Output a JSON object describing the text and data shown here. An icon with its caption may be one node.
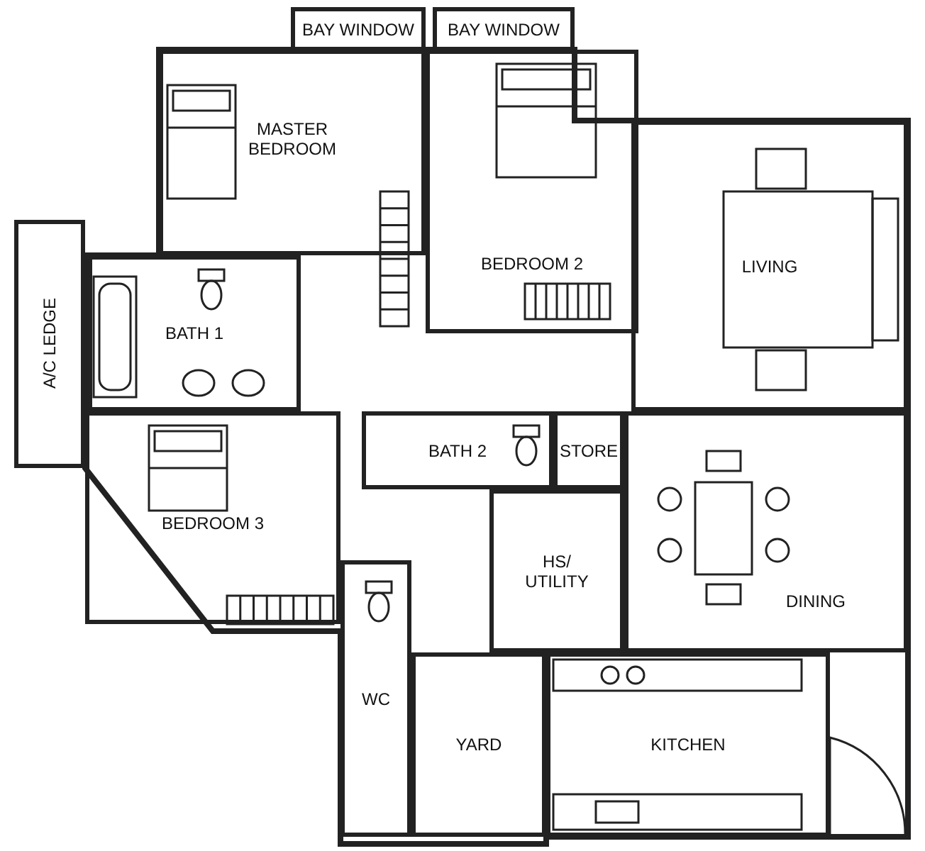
{
  "diagram": {
    "nodes": [
      {
        "text": [
          "BAY WINDOW"
        ]
      },
      {
        "text": [
          "BAY WINDOW"
        ]
      },
      {
        "text": [
          "MASTER BEDROOM"
        ]
      },
      {
        "text": [
          "BEDROOM 2"
        ]
      },
      {
        "text": [
          "LIVING"
        ]
      },
      {
        "text": [
          "A/C LEDGE"
        ]
      },
      {
        "text": [
          "BATH 1"
        ]
      },
      {
        "text": [
          "BEDROOM 3"
        ]
      },
      {
        "text": [
          "BATH 2"
        ]
      },
      {
        "text": [
          "STORE"
        ]
      },
      {
        "text": [
          "HS/ UTILITY"
        ]
      },
      {
        "text": [
          "DINING"
        ]
      },
      {
        "text": [
          "WC"
        ]
      },
      {
        "text": [
          "YARD"
        ]
      },
      {
        "text": [
          "KITCHEN"
        ]
      }
    ]
  }
}
